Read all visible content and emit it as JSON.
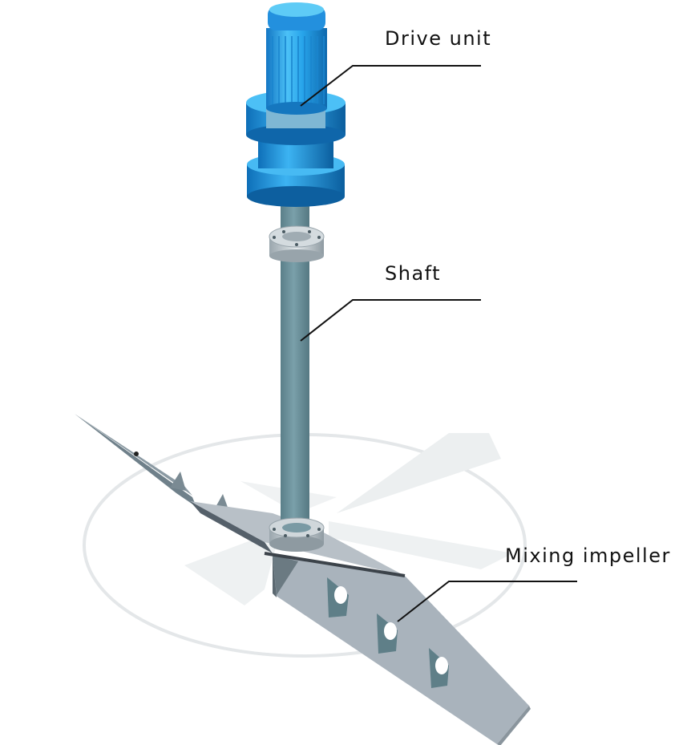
{
  "labels": {
    "drive_unit": "Drive unit",
    "shaft": "Shaft",
    "mixing_impeller": "Mixing impeller"
  },
  "colors": {
    "motor_blue": "#1e9be6",
    "motor_light": "#53c4f5",
    "motor_dark": "#0f6fb6",
    "shaft": "#6a909a",
    "blade": "#a8b2bc",
    "blade_dark": "#68767f",
    "flange_gray": "#c7ced3"
  }
}
